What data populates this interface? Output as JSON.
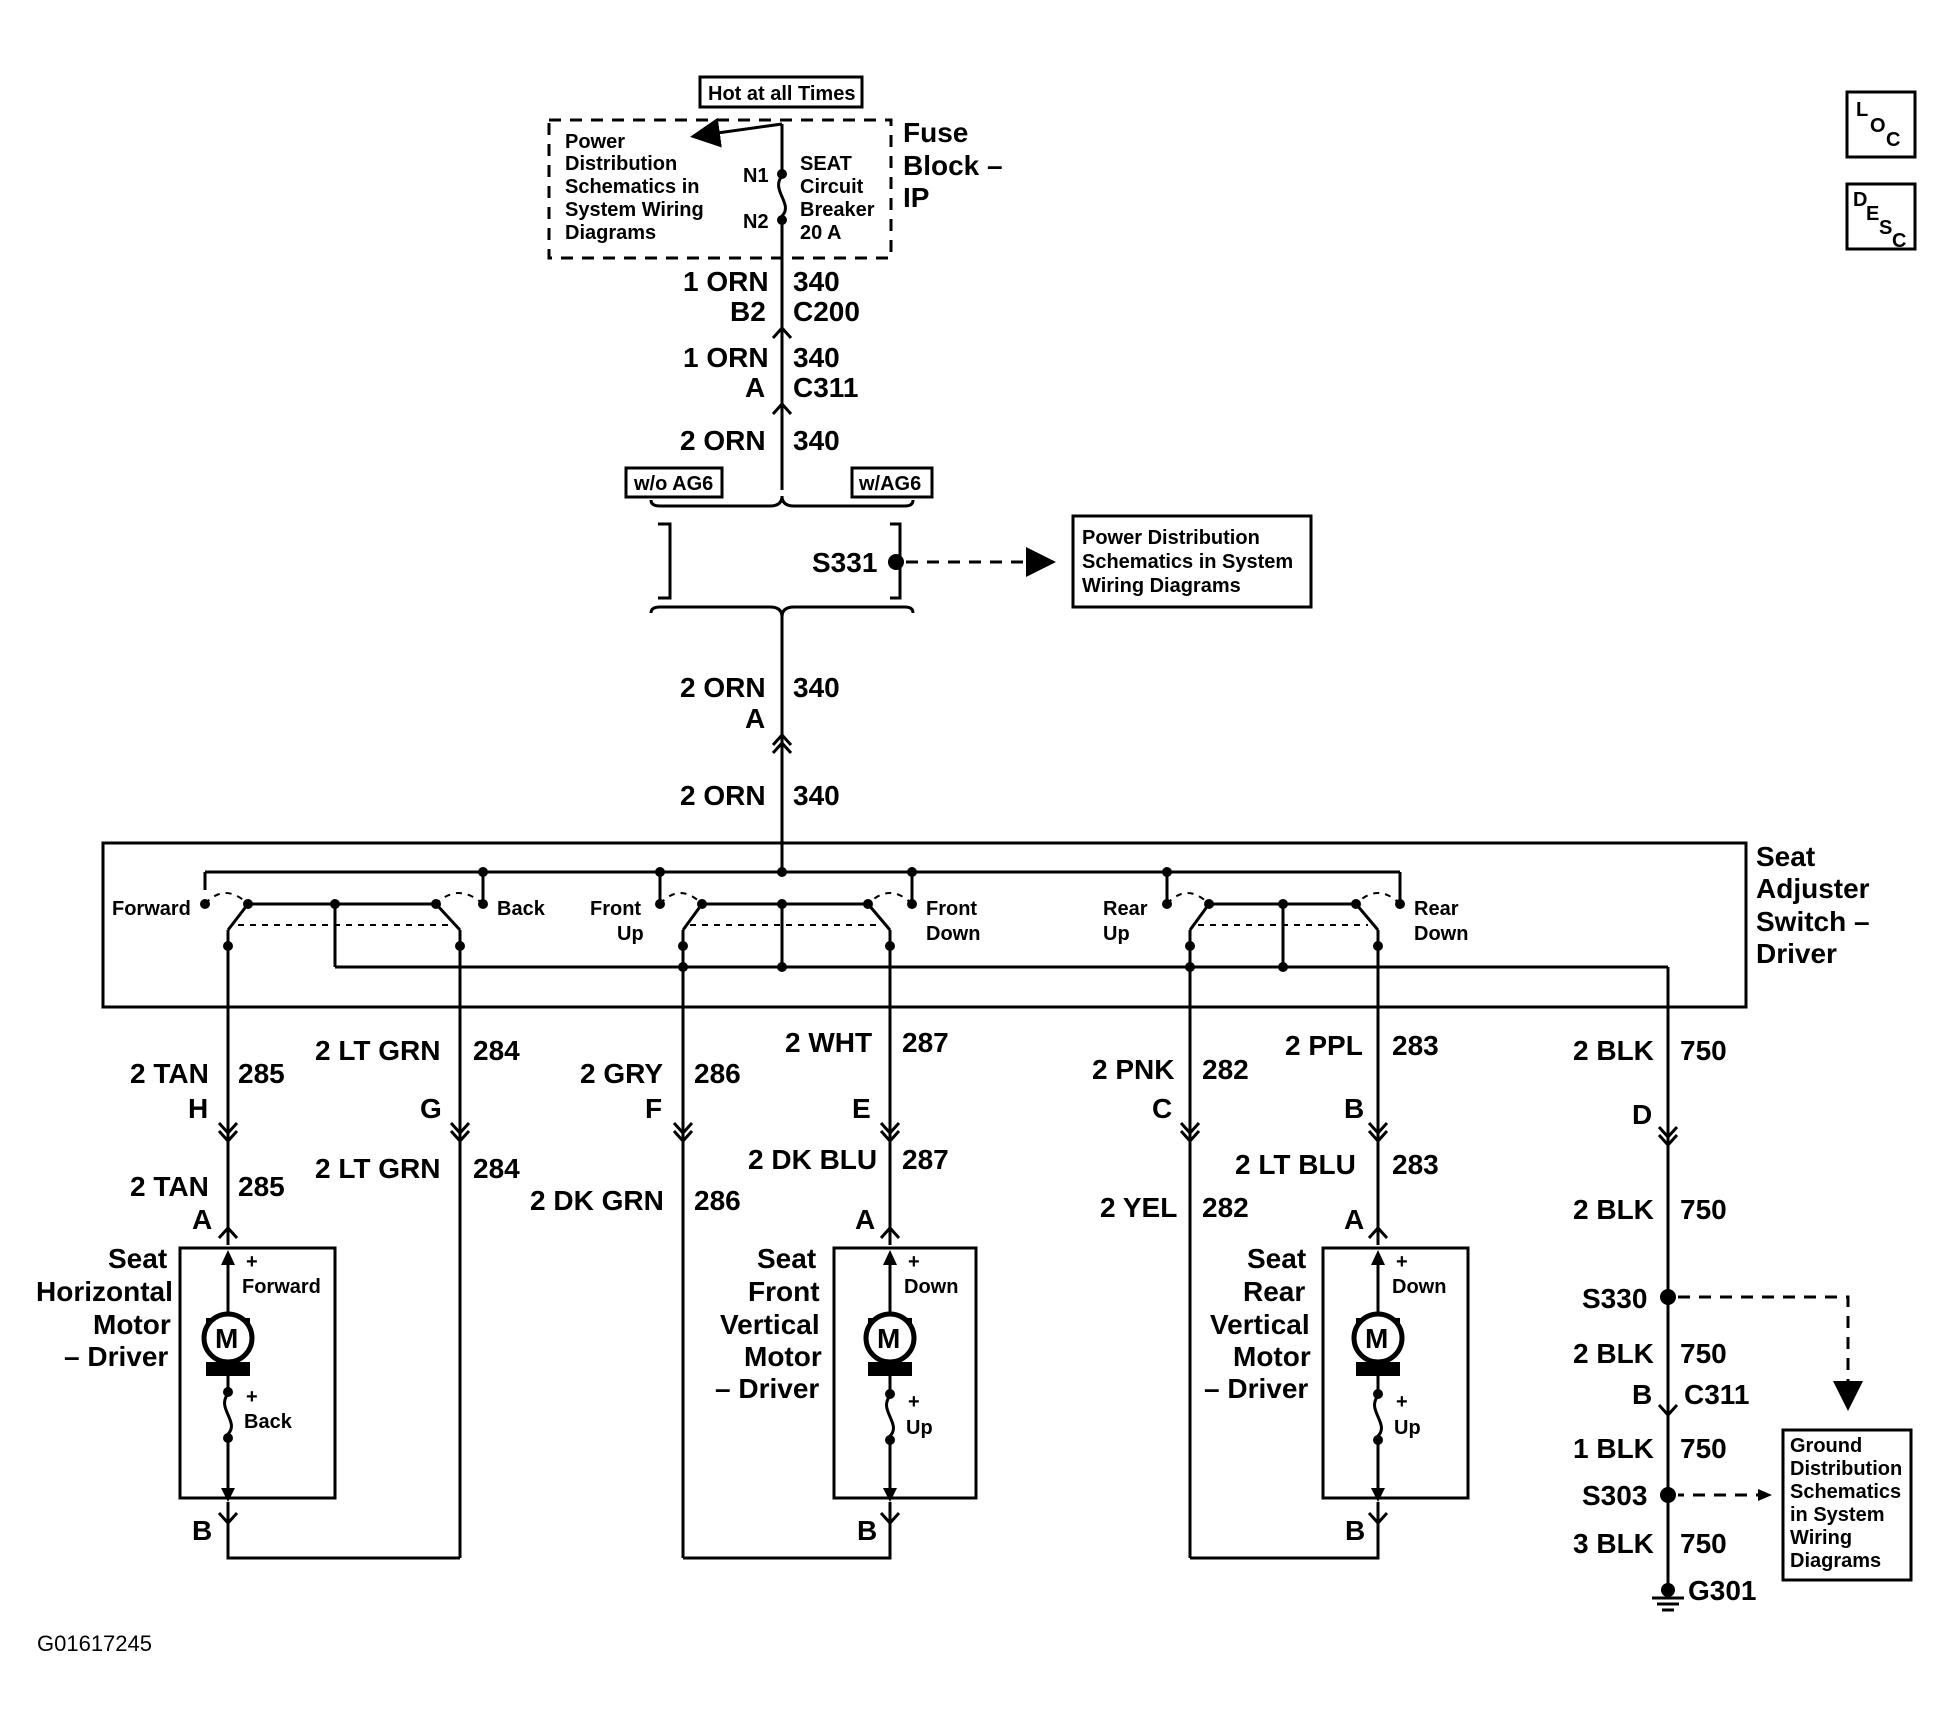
{
  "top": {
    "hot_label": "Hot at all Times",
    "power_dist_note": [
      "Power",
      "Distribution",
      "Schematics in",
      "System Wiring",
      "Diagrams"
    ],
    "n1": "N1",
    "n2": "N2",
    "breaker": [
      "SEAT",
      "Circuit",
      "Breaker",
      "20 A"
    ],
    "fuse_block": [
      "Fuse",
      "Block –",
      "IP"
    ]
  },
  "icons": {
    "loc": [
      "L",
      "O",
      "C"
    ],
    "desc": [
      "D",
      "E",
      "S",
      "C"
    ]
  },
  "feed": {
    "w1_left": "1 ORN",
    "w1_right": "340",
    "c200_pin": "B2",
    "c200": "C200",
    "w2_left": "1 ORN",
    "w2_right": "340",
    "c311_pin": "A",
    "c311": "C311",
    "w3_left": "2 ORN",
    "w3_right": "340",
    "wo_ag6": "w/o AG6",
    "w_ag6": "w/AG6",
    "s331": "S331",
    "s331_note": [
      "Power Distribution",
      "Schematics in System",
      "Wiring Diagrams"
    ],
    "w4_left": "2 ORN",
    "w4_right": "340",
    "w4_pin": "A",
    "w5_left": "2 ORN",
    "w5_right": "340"
  },
  "switch": {
    "title": [
      "Seat",
      "Adjuster",
      "Switch –",
      "Driver"
    ],
    "forward": "Forward",
    "back": "Back",
    "front_up": [
      "Front",
      "Up"
    ],
    "front_down": [
      "Front",
      "Down"
    ],
    "rear_up": [
      "Rear",
      "Up"
    ],
    "rear_down": [
      "Rear",
      "Down"
    ]
  },
  "wires": {
    "tan_top": "2 TAN",
    "tan_top_num": "285",
    "tan_pin": "H",
    "tan_bot": "2 TAN",
    "tan_bot_num": "285",
    "tan_motor_pin": "A",
    "ltgrn_top": "2 LT GRN",
    "ltgrn_top_num": "284",
    "ltgrn_pin": "G",
    "ltgrn_bot": "2 LT GRN",
    "ltgrn_bot_num": "284",
    "gry": "2 GRY",
    "gry_num": "286",
    "gry_pin": "F",
    "dkgrn": "2 DK GRN",
    "dkgrn_num": "286",
    "wht": "2 WHT",
    "wht_num": "287",
    "wht_pin": "E",
    "dkblu": "2 DK BLU",
    "dkblu_num": "287",
    "dkblu_motor_pin": "A",
    "pnk": "2 PNK",
    "pnk_num": "282",
    "pnk_pin": "C",
    "yel": "2 YEL",
    "yel_num": "282",
    "ppl": "2 PPL",
    "ppl_num": "283",
    "ppl_pin": "B",
    "ltblu": "2 LT  BLU",
    "ltblu_num": "283",
    "ltblu_motor_pin": "A",
    "blk1": "2 BLK",
    "blk1_num": "750",
    "blk1_pin": "D",
    "blk2": "2 BLK",
    "blk2_num": "750",
    "s330": "S330",
    "blk3": "2 BLK",
    "blk3_num": "750",
    "c311_pin": "B",
    "c311": "C311",
    "blk4": "1 BLK",
    "blk4_num": "750",
    "s303": "S303",
    "blk5": "3 BLK",
    "blk5_num": "750",
    "g301": "G301",
    "ground_note": [
      "Ground",
      "Distribution",
      "Schematics",
      "in System",
      "Wiring",
      "Diagrams"
    ]
  },
  "motors": {
    "horizontal": {
      "name": [
        "Seat",
        "Horizontal",
        "Motor",
        "– Driver"
      ],
      "plus_top": "+",
      "top": "Forward",
      "plus_bot": "+",
      "bot": "Back",
      "m": "M",
      "pin_b": "B"
    },
    "front": {
      "name": [
        "Seat",
        "Front",
        "Vertical",
        "Motor",
        "– Driver"
      ],
      "plus_top": "+",
      "top": "Down",
      "plus_bot": "+",
      "bot": "Up",
      "m": "M",
      "pin_b": "B"
    },
    "rear": {
      "name": [
        "Seat",
        "Rear",
        "Vertical",
        "Motor",
        "– Driver"
      ],
      "plus_top": "+",
      "top": "Down",
      "plus_bot": "+",
      "bot": "Up",
      "m": "M",
      "pin_b": "B"
    }
  },
  "figure_id": "G01617245"
}
